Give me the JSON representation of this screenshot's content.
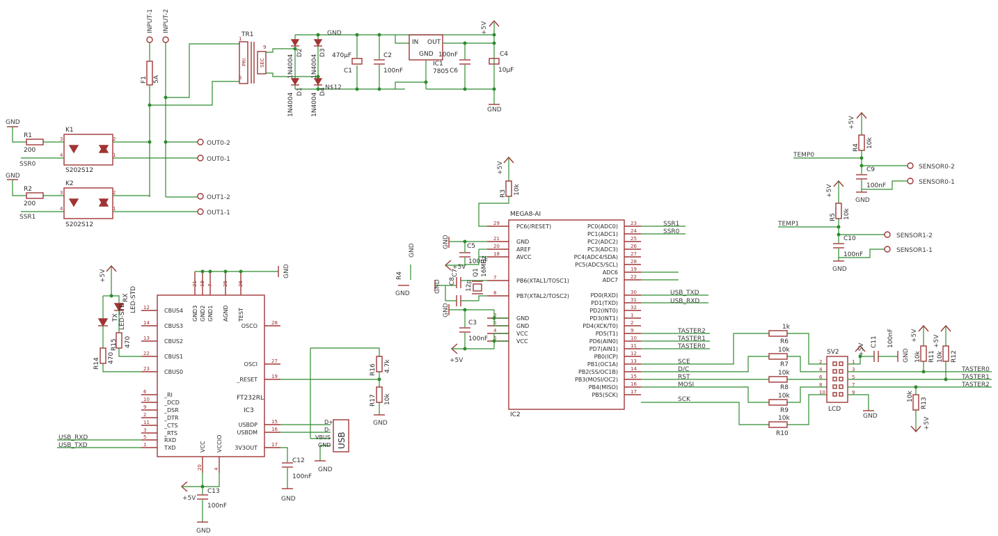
{
  "power": {
    "gnd": "GND",
    "vcc": "+5V"
  },
  "connectors": {
    "input1": "INPUT-1",
    "input2": "INPUT-2",
    "out0_2": "OUT0-2",
    "out0_1": "OUT0-1",
    "out1_2": "OUT1-2",
    "out1_1": "OUT1-1",
    "sensor0_2": "SENSOR0-2",
    "sensor0_1": "SENSOR0-1",
    "sensor1_2": "SENSOR1-2",
    "sensor1_1": "SENSOR1-1",
    "usb": "USB",
    "usb_pins": [
      "D+",
      "D-",
      "VBUS",
      "GND"
    ]
  },
  "power_supply": {
    "fuse": {
      "name": "F1",
      "value": "5A"
    },
    "transformer": {
      "name": "TR1",
      "pri": "PRI",
      "sec": "SEC",
      "pins": [
        "1",
        "9",
        "5"
      ]
    },
    "diodes": [
      {
        "name": "D1",
        "value": "1N4004"
      },
      {
        "name": "D2",
        "value": "1N4004"
      },
      {
        "name": "D3",
        "value": "1N4004"
      },
      {
        "name": "D4",
        "value": "1N4004"
      }
    ],
    "net_n12": "N$12",
    "c1": {
      "name": "C1",
      "value": "470µF"
    },
    "c2": {
      "name": "C2",
      "value": "100nF"
    },
    "regulator": {
      "name": "IC1",
      "value": "7805",
      "in": "IN",
      "out": "OUT",
      "gnd": "GND"
    },
    "c6": {
      "name": "C6",
      "value": "100nF"
    },
    "c4": {
      "name": "C4",
      "value": "10µF"
    }
  },
  "relays": [
    {
      "name": "K1",
      "value": "S202S12",
      "resistor": "R1",
      "rvalue": "200",
      "signal": "SSR0",
      "pins": [
        "4",
        "3",
        "2",
        "1"
      ]
    },
    {
      "name": "K2",
      "value": "S202S12",
      "resistor": "R2",
      "rvalue": "200",
      "signal": "SSR1",
      "pins": [
        "4",
        "3",
        "2",
        "1"
      ]
    }
  ],
  "sensors": {
    "r4": {
      "name": "R4",
      "value": "10k"
    },
    "c9": {
      "name": "C9",
      "value": "100nF"
    },
    "temp0": "TEMP0",
    "r5": {
      "name": "R5",
      "value": "10k"
    },
    "c10": {
      "name": "C10",
      "value": "100nF"
    },
    "temp1": "TEMP1"
  },
  "mcu": {
    "name": "IC2",
    "part": "MEGA8-AI",
    "left_pins": [
      {
        "num": "29",
        "label": "PC6(/RESET)"
      },
      {
        "num": "21",
        "label": "GND"
      },
      {
        "num": "20",
        "label": "AREF"
      },
      {
        "num": "18",
        "label": "AVCC"
      },
      {
        "num": "7",
        "label": "PB6(XTAL1/TOSC1)"
      },
      {
        "num": "8",
        "label": "PB7(XTAL2/TOSC2)"
      },
      {
        "num": "3",
        "label": "GND"
      },
      {
        "num": "5",
        "label": "GND"
      },
      {
        "num": "4",
        "label": "VCC"
      },
      {
        "num": "6",
        "label": "VCC"
      }
    ],
    "right_pins": [
      {
        "num": "23",
        "label": "PC0(ADC0)"
      },
      {
        "num": "24",
        "label": "PC1(ADC1)"
      },
      {
        "num": "25",
        "label": "PC2(ADC2)"
      },
      {
        "num": "26",
        "label": "PC3(ADC3)"
      },
      {
        "num": "27",
        "label": "PC4(ADC4/SDA)"
      },
      {
        "num": "28",
        "label": "PC5(ADC5/SCL)"
      },
      {
        "num": "19",
        "label": "ADC6"
      },
      {
        "num": "22",
        "label": "ADC7"
      },
      {
        "num": "30",
        "label": "PD0(RXD)"
      },
      {
        "num": "31",
        "label": "PD1(TXD)"
      },
      {
        "num": "32",
        "label": "PD2(INT0)"
      },
      {
        "num": "1",
        "label": "PD3(INT1)"
      },
      {
        "num": "2",
        "label": "PD4(XCK/T0)"
      },
      {
        "num": "9",
        "label": "PD5(T1)"
      },
      {
        "num": "10",
        "label": "PD6(AIN0)"
      },
      {
        "num": "11",
        "label": "PD7(AIN1)"
      },
      {
        "num": "12",
        "label": "PB0(ICP)"
      },
      {
        "num": "13",
        "label": "PB1(OC1A)"
      },
      {
        "num": "14",
        "label": "PB2(SS/OC1B)"
      },
      {
        "num": "15",
        "label": "PB3(MOSI/OC2)"
      },
      {
        "num": "16",
        "label": "PB4(MISO)"
      },
      {
        "num": "17",
        "label": "PB5(SCK)"
      }
    ],
    "nets_right": [
      "SSR1",
      "SSR0",
      "USB_TXD",
      "USB_RXD",
      "TASTER2",
      "TASTER1",
      "TASTER0",
      "SCE",
      "D/C",
      "RST",
      "MOSI",
      "SCK"
    ],
    "r3": {
      "name": "R3",
      "value": "10k"
    },
    "c5": {
      "name": "C5",
      "value": "100nF"
    },
    "c7": {
      "name": "C7",
      "value": "12p"
    },
    "c8": {
      "name": "C8",
      "value": "12p"
    },
    "q1": {
      "name": "Q1",
      "value": "16MHz"
    },
    "c3": {
      "name": "C3",
      "value": "100nF"
    },
    "r4b": {
      "name": "R4"
    }
  },
  "lcd": {
    "name": "SV2",
    "label": "LCD",
    "pins_left": [
      "2",
      "4",
      "6",
      "8",
      "10"
    ],
    "pins_right": [
      "1",
      "3",
      "5",
      "7",
      "9"
    ],
    "resistors": [
      {
        "name": "R6",
        "value": "1k"
      },
      {
        "name": "R7",
        "value": "10k"
      },
      {
        "name": "R8",
        "value": "10k"
      },
      {
        "name": "R9",
        "value": "10k"
      },
      {
        "name": "R10",
        "value": "10k"
      }
    ],
    "c11": {
      "name": "C11",
      "value": "100nF"
    },
    "r11": {
      "name": "R11",
      "value": "10k"
    },
    "r12": {
      "name": "R12",
      "value": "10k"
    },
    "r13": {
      "name": "R13",
      "value": "10k"
    },
    "taster": [
      "TASTER0",
      "TASTER1",
      "TASTER2"
    ]
  },
  "ftdi": {
    "name": "IC3",
    "part": "FT232RL",
    "top_pins": [
      {
        "num": "21",
        "label": "GND3"
      },
      {
        "num": "18",
        "label": "GND2"
      },
      {
        "num": "7",
        "label": "GND1"
      },
      {
        "num": "25",
        "label": "AGND"
      },
      {
        "num": "26",
        "label": "TEST"
      }
    ],
    "left_pins": [
      {
        "num": "12",
        "label": "CBUS4"
      },
      {
        "num": "14",
        "label": "CBUS3"
      },
      {
        "num": "13",
        "label": "CBUS2"
      },
      {
        "num": "22",
        "label": "CBUS1"
      },
      {
        "num": "23",
        "label": "CBUS0"
      },
      {
        "num": "6",
        "label": "_RI"
      },
      {
        "num": "10",
        "label": "_DCD"
      },
      {
        "num": "9",
        "label": "_DSR"
      },
      {
        "num": "2",
        "label": "_DTR"
      },
      {
        "num": "11",
        "label": "_CTS"
      },
      {
        "num": "3",
        "label": "_RTS"
      },
      {
        "num": "5",
        "label": "RXD"
      },
      {
        "num": "1",
        "label": "TXD"
      }
    ],
    "right_pins": [
      {
        "num": "28",
        "label": "OSCO"
      },
      {
        "num": "27",
        "label": "OSCI"
      },
      {
        "num": "19",
        "label": "_RESET"
      },
      {
        "num": "15",
        "label": "USBDP"
      },
      {
        "num": "16",
        "label": "USBDM"
      },
      {
        "num": "17",
        "label": "3V3OUT"
      }
    ],
    "bottom_pins": [
      {
        "num": "20",
        "label": "VCC"
      },
      {
        "num": "4",
        "label": "VCCIO"
      }
    ],
    "leds": [
      {
        "name": "RX",
        "value": "LED-STD"
      },
      {
        "name": "TX",
        "value": "LED-STD"
      }
    ],
    "r14": {
      "name": "R14",
      "value": "470"
    },
    "r15": {
      "name": "R15",
      "value": "470"
    },
    "r16": {
      "name": "R16",
      "value": "4.7k"
    },
    "r17": {
      "name": "R17",
      "value": "10k"
    },
    "c12": {
      "name": "C12",
      "value": "100nF"
    },
    "c13": {
      "name": "C13",
      "value": "100nF"
    },
    "usb_rxd": "USB_RXD",
    "usb_txd": "USB_TXD"
  }
}
